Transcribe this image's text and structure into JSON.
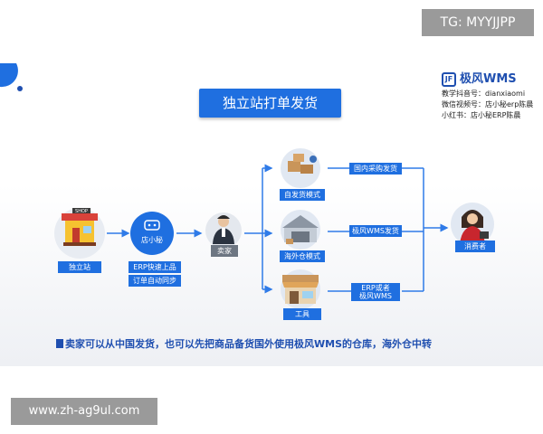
{
  "watermark_tg": "TG: MYYJJPP",
  "watermark_url": "www.zh-ag9ul.com",
  "title": "独立站打单发货",
  "brand": {
    "name": "极风WMS",
    "lines": [
      "教学抖音号：dianxiaomi",
      "微信视频号：店小秘erp陈晨",
      "小红书：店小秘ERP陈晨"
    ]
  },
  "nodes": {
    "shop_label": "独立站",
    "shop_sign": "SHOP",
    "erp_icon_text": "店小秘",
    "erp_sub1": "ERP快速上品",
    "erp_sub2": "订单自动同步",
    "seller_label": "卖家",
    "self_ship_label": "自发货模式",
    "overseas_label": "海外仓模式",
    "tool_label": "工具",
    "consumer_label": "消费者"
  },
  "routes": {
    "domestic": "国内采购发货",
    "wms": "极风WMS发货",
    "erp_or_wms_1": "ERP或者",
    "erp_or_wms_2": "极风WMS"
  },
  "caption": "卖家可以从中国发货，也可以先把商品备货国外使用极风WMS的仓库，海外仓中转",
  "colors": {
    "primary": "#1f6fe0",
    "dark_blue": "#1f4fb0",
    "arrow": "#2f7be8"
  }
}
